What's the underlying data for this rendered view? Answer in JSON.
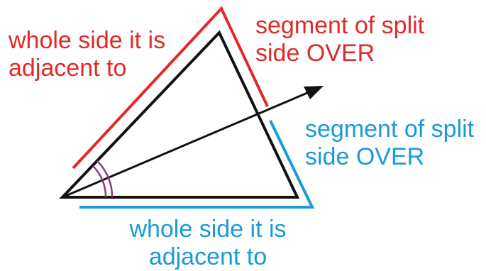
{
  "labels": {
    "red_left": {
      "line1": "whole side it is",
      "line2": "adjacent to"
    },
    "red_right": {
      "line1": "segment of split",
      "line2": "side OVER"
    },
    "blue_right": {
      "line1": "segment of split",
      "line2": "side OVER"
    },
    "blue_bottom": {
      "line1": "whole side it is",
      "line2": "adjacent to"
    }
  },
  "colors": {
    "red": "#e12a27",
    "blue": "#1a9ad7",
    "triangle": "#111111",
    "angle_arcs": "#8b3a7e"
  }
}
